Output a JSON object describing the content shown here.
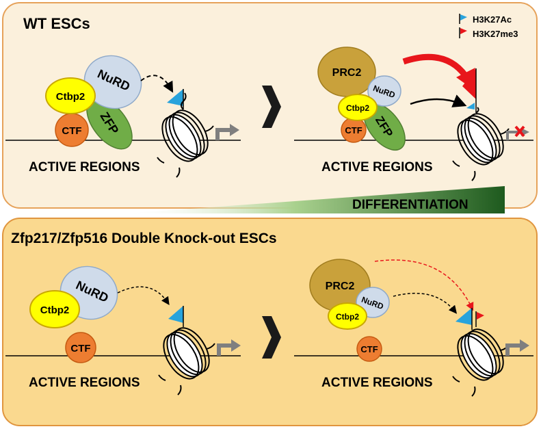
{
  "top_panel": {
    "title": "WT ESCs",
    "left_region_label": "ACTIVE REGIONS",
    "right_region_label": "ACTIVE REGIONS"
  },
  "bottom_panel": {
    "title": "Zfp217/Zfp516 Double Knock-out ESCs",
    "left_region_label": "ACTIVE REGIONS",
    "right_region_label": "ACTIVE REGIONS"
  },
  "legend": {
    "h3k27ac_label": "H3K27Ac",
    "h3k27me3_label": "H3K27me3",
    "h3k27ac_color": "#29a3dc",
    "h3k27me3_color": "#e8161b"
  },
  "differentiation_label": "DIFFERENTIATION",
  "proteins": {
    "nurd": "NuRD",
    "ctbp2": "Ctbp2",
    "ctf": "CTF",
    "zfp": "ZFP",
    "prc2": "PRC2"
  },
  "icons": {
    "transition_arrow": "right-chevron-arrow-icon",
    "nucleosome": "nucleosome-icon",
    "transcription_active": "bent-arrow-icon",
    "transcription_blocked": "blocked-transcription-icon"
  }
}
